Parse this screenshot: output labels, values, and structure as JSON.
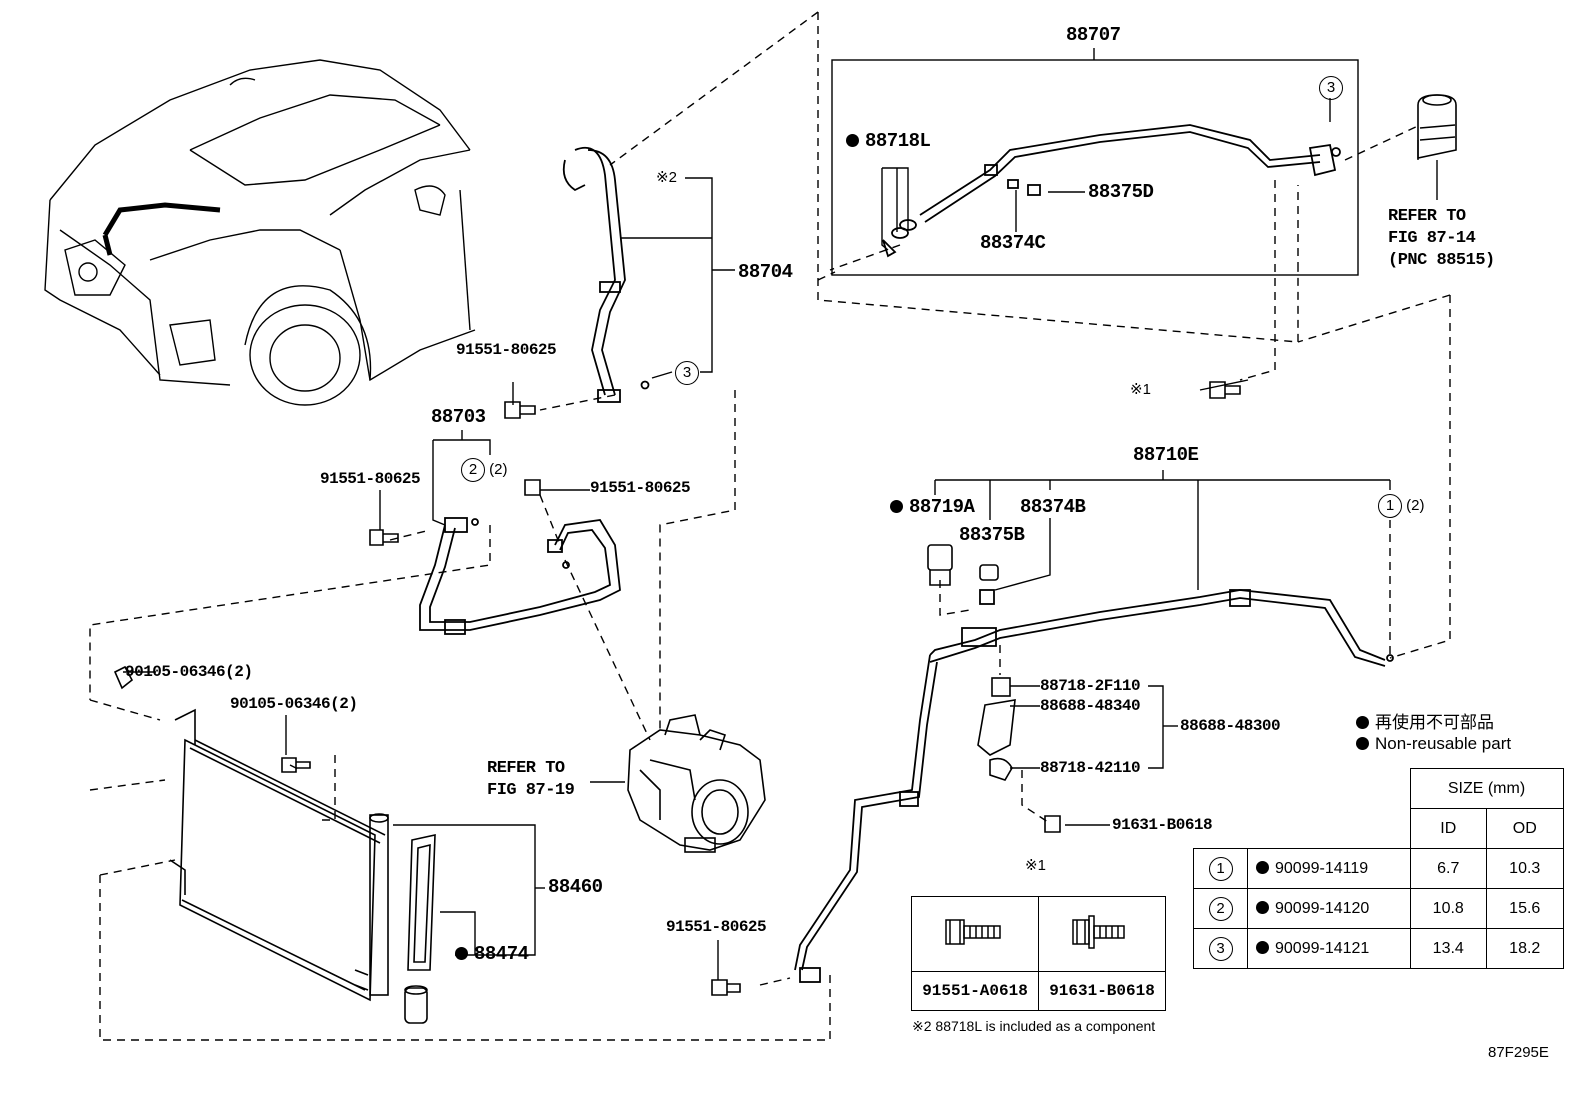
{
  "callouts": {
    "c88707": "88707",
    "c88718L": "88718L",
    "c88375D": "88375D",
    "c88374C": "88374C",
    "c88704": "88704",
    "c_note2": "※2",
    "c91551_a": "91551-80625",
    "c88703": "88703",
    "c91551_b": "91551-80625",
    "c91551_c": "91551-80625",
    "c_ring2": "2",
    "c_ring2_qty": "(2)",
    "c_ring3_top": "3",
    "c_ring3_hose": "3",
    "c90105_a": "90105-06346(2)",
    "c90105_b": "90105-06346(2)",
    "c88460": "88460",
    "c88474": "88474",
    "c91551_d": "91551-80625",
    "c_refer_8719": "REFER TO\nFIG 87-19",
    "c_refer_8714": "REFER TO\nFIG 87-14\n(PNC 88515)",
    "c_note1_bolt": "※1",
    "c88710E": "88710E",
    "c88719A": "88719A",
    "c88375B": "88375B",
    "c88374B": "88374B",
    "c_ring1": "1",
    "c_ring1_qty": "(2)",
    "c88718_2F110": "88718-2F110",
    "c88688_48340": "88688-48340",
    "c88688_48300": "88688-48300",
    "c88718_42110": "88718-42110",
    "c91631_B0618": "91631-B0618"
  },
  "legend": {
    "jp": "再使用不可部品",
    "en": "Non-reusable part"
  },
  "size_table": {
    "header": "SIZE (mm)",
    "col_id": "ID",
    "col_od": "OD",
    "rows": [
      {
        "ring": "1",
        "part": "90099-14119",
        "id": "6.7",
        "od": "10.3"
      },
      {
        "ring": "2",
        "part": "90099-14120",
        "id": "10.8",
        "od": "15.6"
      },
      {
        "ring": "3",
        "part": "90099-14121",
        "id": "13.4",
        "od": "18.2"
      }
    ]
  },
  "bolt_table": {
    "mark": "※1",
    "left_part": "91551-A0618",
    "right_part": "91631-B0618"
  },
  "footnote": "※2 88718L is included as a component",
  "figure_id": "87F295E"
}
